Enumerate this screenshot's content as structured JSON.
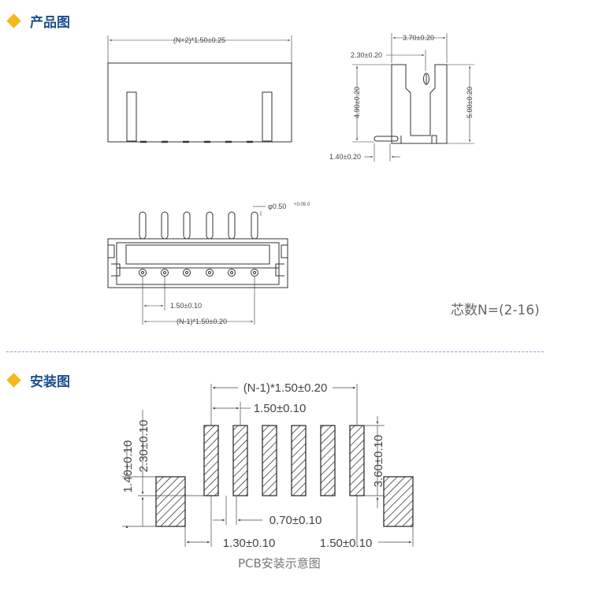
{
  "sections": {
    "product": {
      "title": "产品图",
      "icon": "diamond-icon",
      "accent": "#f5b81a",
      "title_color": "#1b4f8f"
    },
    "install": {
      "title": "安装图",
      "icon": "diamond-icon"
    }
  },
  "product_dims": {
    "front_width": "(N+2)*1.50±0.25",
    "side_top_width": "3.70±0.20",
    "side_top_inner": "2.30±0.20",
    "side_inner_height": "4.90±0.20",
    "side_total_height": "5.00±0.20",
    "side_pin": "1.40±0.20",
    "pin_diameter": "φ0.50",
    "pin_diameter_tol": "+0.05\n0",
    "bottom_pitch": "1.50±0.10",
    "bottom_total": "(N-1)*1.50±0.20"
  },
  "core_count": "芯数N=(2-16)",
  "pcb_dims": {
    "total": "(N-1)*1.50±0.20",
    "pitch": "1.50±0.10",
    "pad_height_left_1": "1.40±0.10",
    "pad_height_left_2": "2.30±0.10",
    "pad_height_right": "3.60±0.10",
    "pad_width": "0.70±0.10",
    "side_left": "1.30±0.10",
    "side_right": "1.50±0.10"
  },
  "pcb_caption": "PCB安装示意图"
}
